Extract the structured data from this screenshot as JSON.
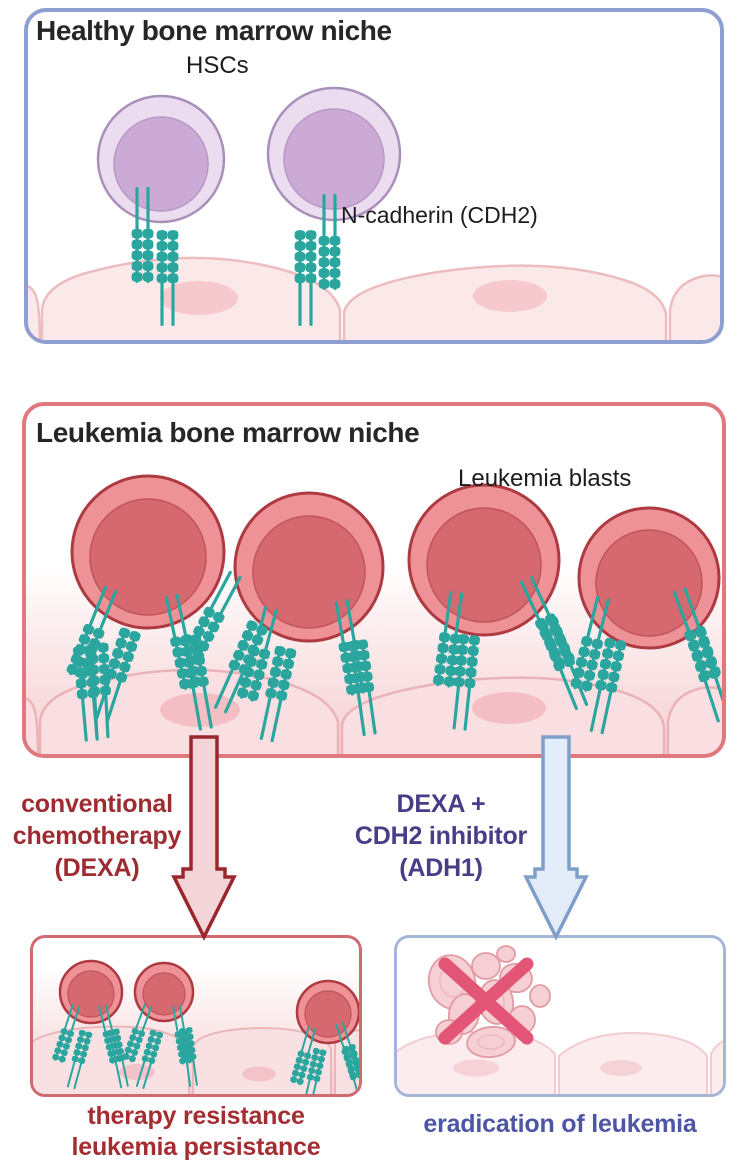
{
  "panels": {
    "healthy": {
      "title": "Healthy bone marrow niche",
      "labels": {
        "hscs": "HSCs",
        "ncadherin": "N-cadherin (CDH2)"
      }
    },
    "leukemia": {
      "title": "Leukemia bone marrow niche",
      "labels": {
        "blasts": "Leukemia blasts"
      }
    },
    "resistance": {
      "caption_line1": "therapy resistance",
      "caption_line2": "leukemia persistance"
    },
    "eradication": {
      "caption": "eradication of leukemia"
    }
  },
  "arrows": {
    "left": {
      "line1": "conventional",
      "line2": "chemotherapy",
      "line3": "(DEXA)"
    },
    "right": {
      "line1": "DEXA +",
      "line2": "CDH2 inhibitor",
      "line3": "(ADH1)"
    }
  },
  "colors": {
    "healthy_border": "#8f9ed0",
    "leukemia_border": "#df797e",
    "resistance_border": "#ce6b71",
    "eradication_border": "#a4b5d7",
    "hsc_outer": "#ecdcf0",
    "hsc_inner": "#cbaad6",
    "cadherin_teal": "#2aa69f",
    "leukemia_cell_outer": "#ee9298",
    "leukemia_cell_inner": "#d6696f",
    "leukemia_cell_stroke": "#ad3941",
    "stroma_fill": "#fbe9ea",
    "stroma_stroke": "#ecbcc0",
    "chemo_arrow_fill": "#f3d5d7",
    "chemo_arrow_stroke": "#9b272e",
    "inhibitor_arrow_fill": "#e3edf9",
    "inhibitor_arrow_stroke": "#7f9fca",
    "dark_red_text": "#9e2b31",
    "purple_text": "#4a3c87",
    "blue_caption_text": "#4d55a6",
    "x_cross": "#e25577"
  }
}
